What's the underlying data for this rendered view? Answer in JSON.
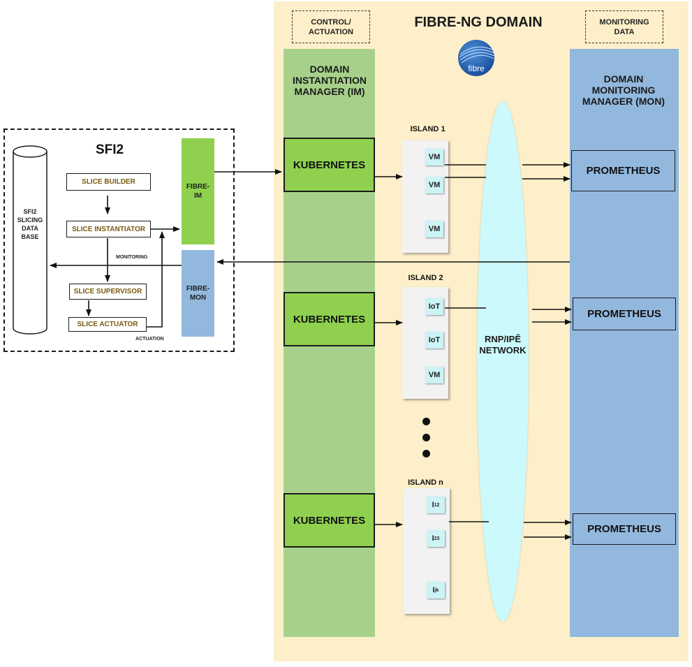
{
  "fibre_ng": {
    "title": "FIBRE-NG DOMAIN",
    "logo_text": "fibre",
    "control_label": "CONTROL/ ACTUATION",
    "monitoring_label": "MONITORING DATA",
    "im_title": "DOMAIN INSTANTIATION MANAGER (IM)",
    "mon_title": "DOMAIN MONITORING MANAGER (MON)",
    "kubernetes": [
      "KUBERNETES",
      "KUBERNETES",
      "KUBERNETES"
    ],
    "prometheus": [
      "PROMETHEUS",
      "PROMETHEUS",
      "PROMETHEUS"
    ],
    "network": "RNP/IPÊ NETWORK",
    "islands": [
      {
        "label": "ISLAND 1",
        "nodes": [
          "VM",
          "VM",
          "VM"
        ]
      },
      {
        "label": "ISLAND 2",
        "nodes": [
          "IoT",
          "IoT",
          "VM"
        ]
      },
      {
        "label": "ISLAND n",
        "nodes": [
          "I12",
          "I23",
          "Ijk"
        ]
      }
    ]
  },
  "sfi2": {
    "title": "SFI2",
    "database": "SFI2 SLICING DATA BASE",
    "steps": {
      "builder": "SLICE BUILDER",
      "instantiator": "SLICE INSTANTIATOR",
      "supervisor": "SLICE SUPERVISOR",
      "actuator": "SLICE ACTUATOR"
    },
    "monitoring_label": "MONITORING",
    "actuation_label": "ACTUATION",
    "fibre_im": "FIBRE- IM",
    "fibre_mon": "FIBRE- MON"
  },
  "colors": {
    "domain_bg": "#fdefc9",
    "im_column": "#a7d18b",
    "mon_column": "#93b8de",
    "kubernetes": "#8fd14f",
    "network": "#ccf9fb",
    "node": "#ccf3f5"
  }
}
